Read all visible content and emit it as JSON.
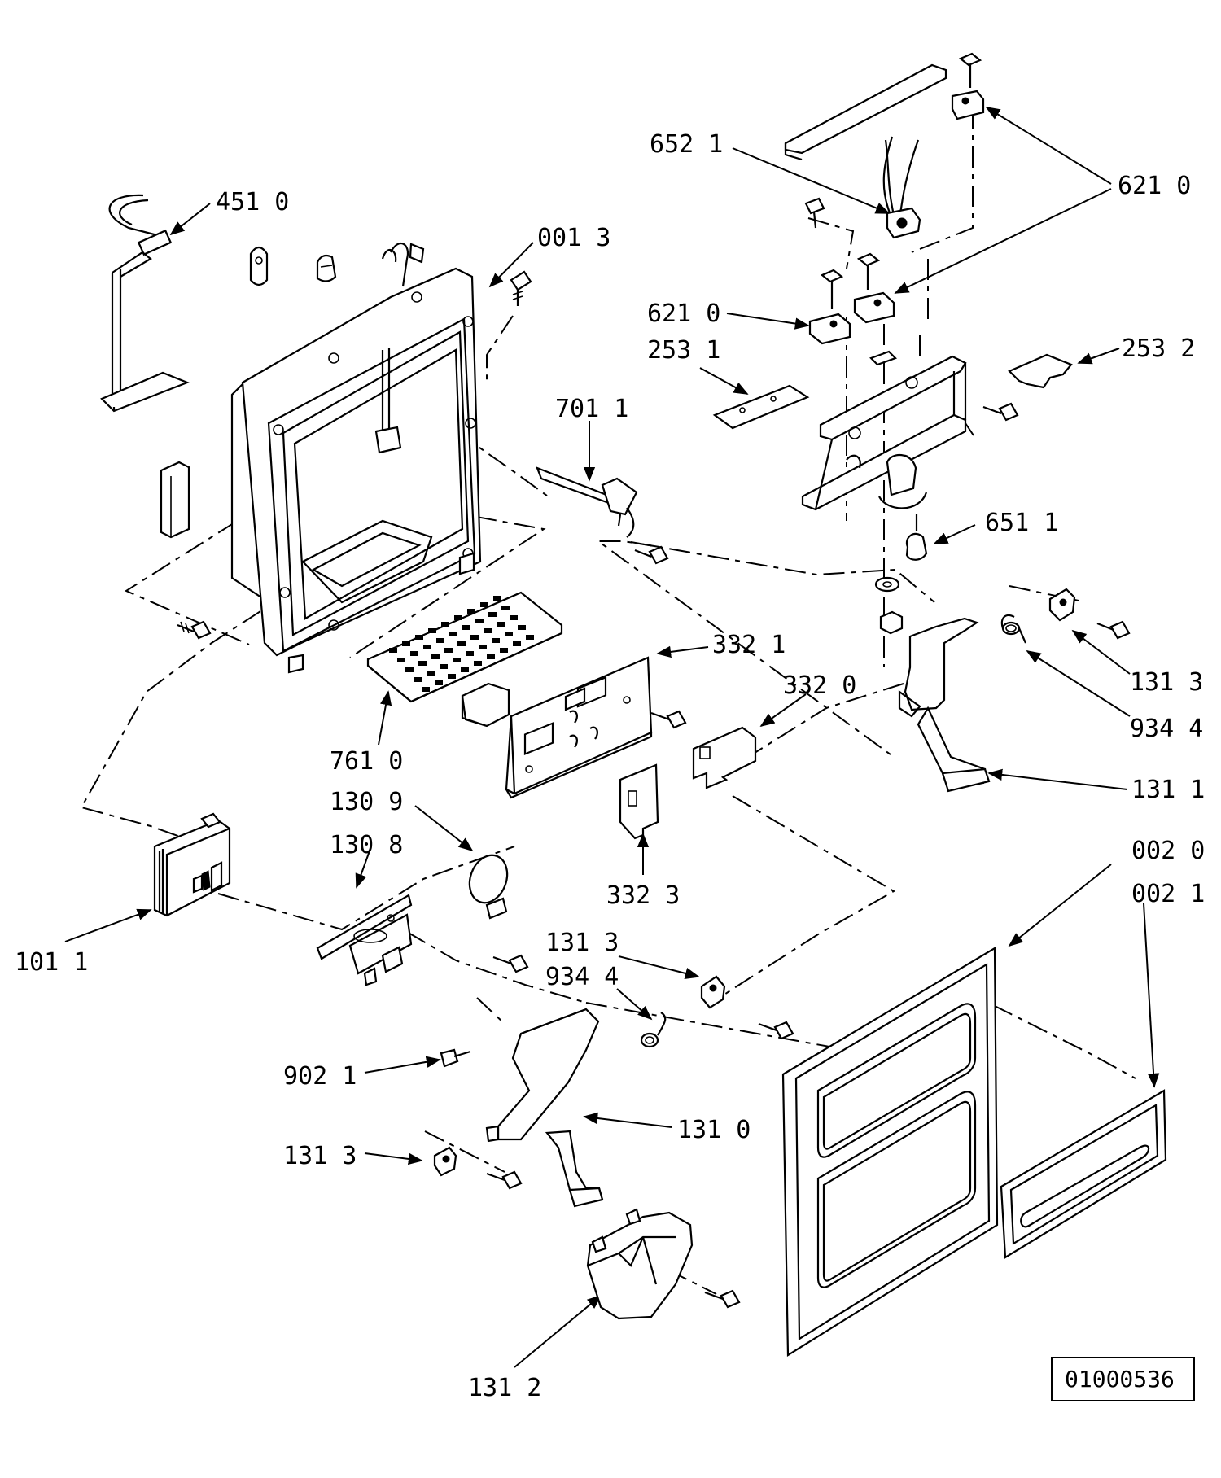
{
  "diagram": {
    "reference_code": "01000536",
    "callouts": {
      "c_451_0": "451 0",
      "c_001_3": "001 3",
      "c_652_1": "652 1",
      "c_621_0_a": "621 0",
      "c_621_0_b": "621 0",
      "c_253_1": "253 1",
      "c_253_2": "253 2",
      "c_701_1": "701 1",
      "c_651_1": "651 1",
      "c_332_1": "332 1",
      "c_332_0": "332 0",
      "c_131_3_a": "131 3",
      "c_934_4_a": "934 4",
      "c_131_1": "131 1",
      "c_761_0": "761 0",
      "c_130_9": "130 9",
      "c_130_8": "130 8",
      "c_332_3": "332 3",
      "c_002_0": "002 0",
      "c_002_1": "002 1",
      "c_101_1": "101 1",
      "c_131_3_b": "131 3",
      "c_934_4_b": "934 4",
      "c_902_1": "902 1",
      "c_131_0": "131 0",
      "c_131_3_c": "131 3",
      "c_131_2": "131 2"
    }
  }
}
